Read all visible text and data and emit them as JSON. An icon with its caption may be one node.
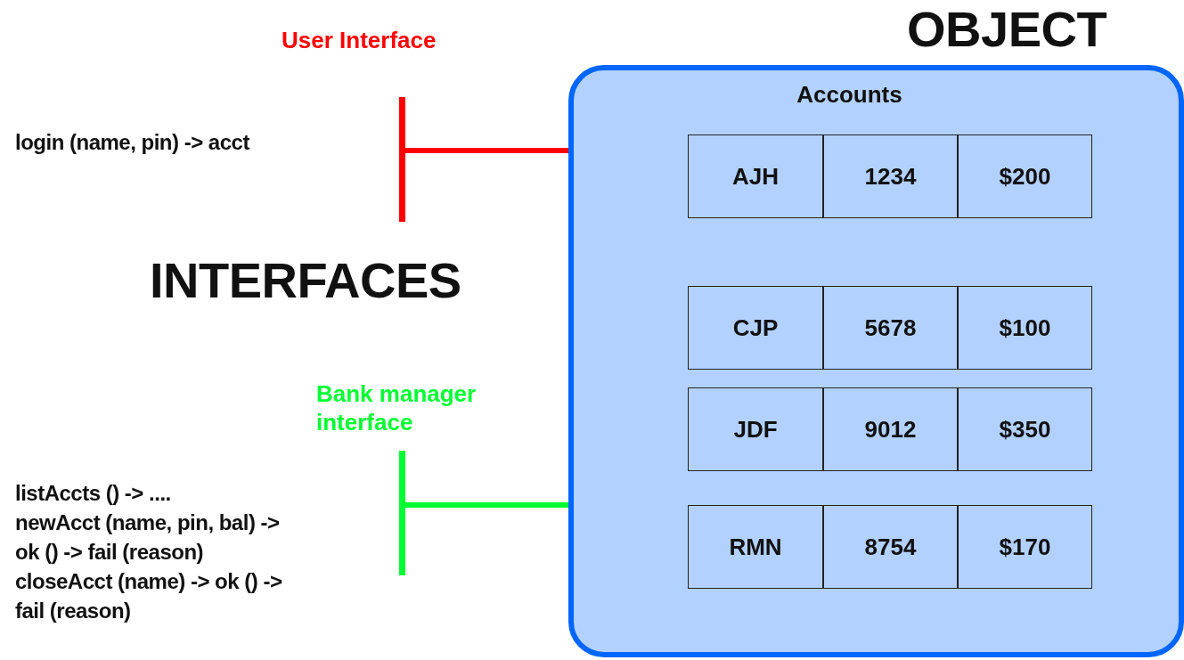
{
  "diagram": {
    "nodes": [
      {
        "text": [
          "Accounts"
        ]
      },
      {
        "text": [
          "AJH"
        ],
        "in": 0
      },
      {
        "text": [
          "1234"
        ],
        "in": 0
      },
      {
        "text": [
          "$200"
        ],
        "in": 0
      },
      {
        "text": [
          "CJP"
        ],
        "in": 0
      },
      {
        "text": [
          "5678"
        ],
        "in": 0
      },
      {
        "text": [
          "$100"
        ],
        "in": 0
      },
      {
        "text": [
          "JDF"
        ],
        "in": 0
      },
      {
        "text": [
          "9012"
        ],
        "in": 0
      },
      {
        "text": [
          "$350"
        ],
        "in": 0
      },
      {
        "text": [
          "RMN"
        ],
        "in": 0
      },
      {
        "text": [
          "8754"
        ],
        "in": 0
      },
      {
        "text": [
          "$170"
        ],
        "in": 0
      },
      {
        "text": [],
        "shape": "bar",
        "beside": [
          "User Interface"
        ]
      },
      {
        "text": [],
        "shape": "bar",
        "beside": [
          "Bank manager interface"
        ]
      }
    ],
    "edges": [
      {
        "from": 13,
        "to": 0,
        "arrow": "none",
        "color": "#ff0000"
      },
      {
        "from": 14,
        "to": 0,
        "arrow": "none",
        "color": "#00ff33"
      }
    ],
    "labels": [
      "OBJECT",
      "login (name, pin) -> acct",
      "INTERFACES",
      "listAccts () -> ....",
      "newAcct (name,  pin,  bal) -> ok () -> fail (reason)",
      "closeAcct (name) -> ok () -> fail (reason)"
    ]
  }
}
